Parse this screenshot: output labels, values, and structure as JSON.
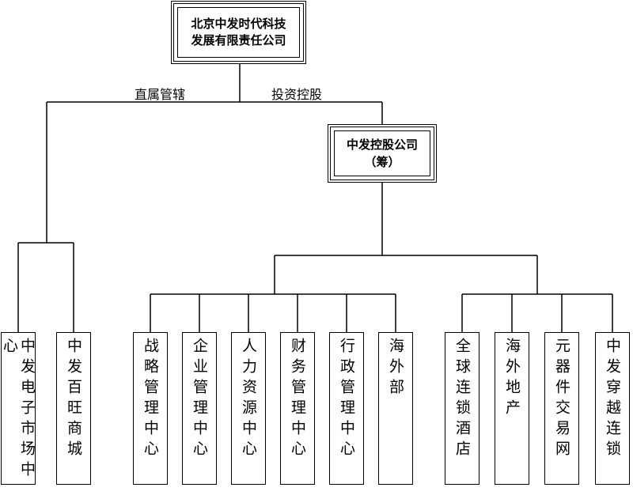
{
  "org": {
    "root": {
      "line1": "北京中发时代科技",
      "line2": "发展有限责任公司"
    },
    "edge_left": "直属管辖",
    "edge_right": "投资控股",
    "holding": {
      "line1": "中发控股公司",
      "line2": "（筹）"
    },
    "direct_units": [
      "中发电子市场中心",
      "中发百旺商城"
    ],
    "departments": [
      "战略管理中心",
      "企业管理中心",
      "人力资源中心",
      "财务管理中心",
      "行政管理中心",
      "海外部"
    ],
    "subsidiaries": [
      "全球连锁酒店",
      "海外地产",
      "元器件交易网",
      "中发穿越连锁"
    ]
  }
}
